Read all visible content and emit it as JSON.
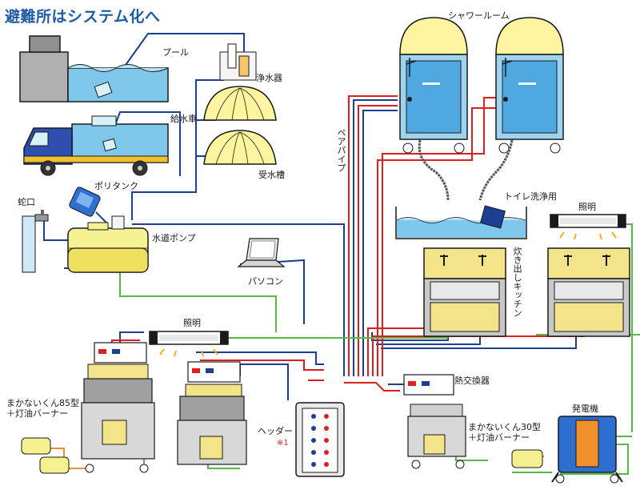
{
  "title": "避難所はシステム化へ",
  "labels": {
    "pool": "プール",
    "purifier": "浄水器",
    "water_truck": "給水車",
    "receiving_tank": "受水槽",
    "poly_tank": "ポリタンク",
    "faucet": "蛇口",
    "water_pump": "水道ポンプ",
    "pc": "パソコン",
    "pair_pipe": "ペアパイプ",
    "shower_room": "シャワールーム",
    "toilet_flush": "トイレ洗浄用",
    "lighting_right": "照明",
    "kitchen": "炊き出しキッチン",
    "lighting_left": "照明",
    "heat_exchanger": "熱交換器",
    "header": "ヘッダー",
    "header_note": "※1",
    "makanai85": "まかないくん85型\n＋灯油バーナー",
    "makanai30": "まかないくん30型\n＋灯油バーナー",
    "generator": "発電機"
  },
  "colors": {
    "water_line": "#1c3f94",
    "hot_line": "#e01e1e",
    "power_line": "#58b844",
    "water_fill": "#7fc8ec",
    "title": "#1f5aa8",
    "dome": "#fff5a0",
    "booth": "#9fd4f0",
    "stove": "#f3e48a",
    "generator_blue": "#2d6fd0",
    "generator_orange": "#f0902a"
  }
}
